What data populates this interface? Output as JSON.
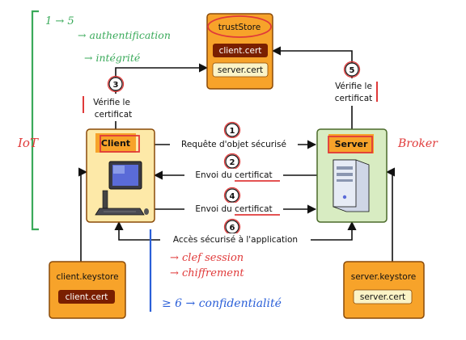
{
  "trust_store": {
    "title": "trustStore",
    "cert1": "client.cert",
    "cert2": "server.cert"
  },
  "client": {
    "label": "Client"
  },
  "server": {
    "label": "Server"
  },
  "client_keystore": {
    "title": "client.keystore",
    "cert": "client.cert"
  },
  "server_keystore": {
    "title": "server.keystore",
    "cert": "server.cert"
  },
  "steps": {
    "s1": {
      "num": "1",
      "text": "Requête d'objet sécurisé"
    },
    "s2": {
      "num": "2",
      "text": "Envoi du certificat"
    },
    "s3": {
      "num": "3",
      "line1": "Vérifie le",
      "line2": "certificat"
    },
    "s4": {
      "num": "4",
      "text": "Envoi du certificat"
    },
    "s5": {
      "num": "5",
      "line1": "Vérifie le",
      "line2": "certificat"
    },
    "s6": {
      "num": "6",
      "text": "Accès sécurisé à l'application"
    }
  },
  "annotations": {
    "green_top": "1 → 5",
    "green_auth": "→ authentification",
    "green_integ": "→ intégrité",
    "iot": "IoT",
    "broker": "Broker",
    "blue_1": "→ clef session",
    "blue_2": "→ chiffrement",
    "blue_3": "≥ 6 → confidentialité"
  },
  "colors": {
    "box_orange": "#f7a32a",
    "box_border": "#8a4a08",
    "cert_dark": "#7a1f00",
    "cert_light": "#fbf3c6",
    "client_fill": "#fde9a8",
    "server_fill": "#d8ecc2",
    "ink_red": "#e03a3a",
    "ink_green": "#3aaa5a",
    "ink_blue": "#2a5fd8"
  }
}
